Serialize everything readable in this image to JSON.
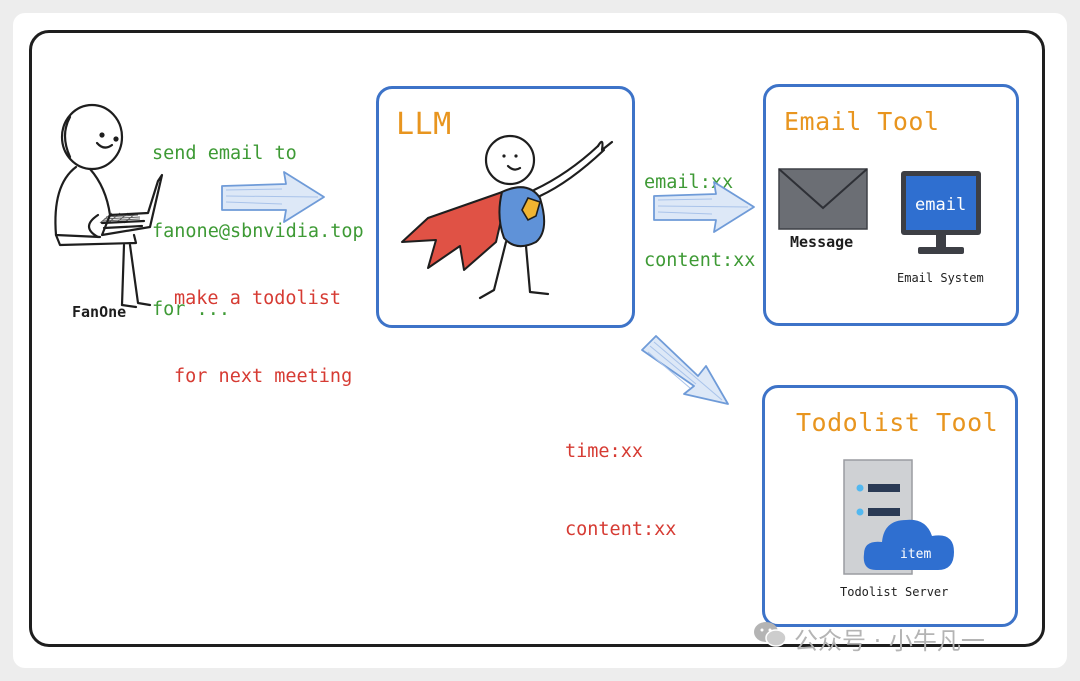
{
  "user": {
    "name": "FanOne",
    "request_email": [
      "send email to",
      "fanone@sbnvidia.top",
      "for ..."
    ],
    "request_todo": [
      "make a todolist",
      "for next meeting"
    ]
  },
  "llm": {
    "title": "LLM"
  },
  "email_tool": {
    "title": "Email Tool",
    "params": [
      "email:xx",
      "content:xx"
    ],
    "message_label": "Message",
    "monitor_text": "email",
    "system_label": "Email System"
  },
  "todolist_tool": {
    "title": "Todolist Tool",
    "params": [
      "time:xx",
      "content:xx"
    ],
    "cloud_text": "item",
    "server_label": "Todolist Server"
  },
  "watermark": {
    "text": "公众号 · 小牛凡一"
  },
  "colors": {
    "box_border": "#3d73c8",
    "arrow_fill": "#dde8f7",
    "green_text": "#3e9a35",
    "red_text": "#d63b33",
    "orange_title": "#e8951f"
  }
}
